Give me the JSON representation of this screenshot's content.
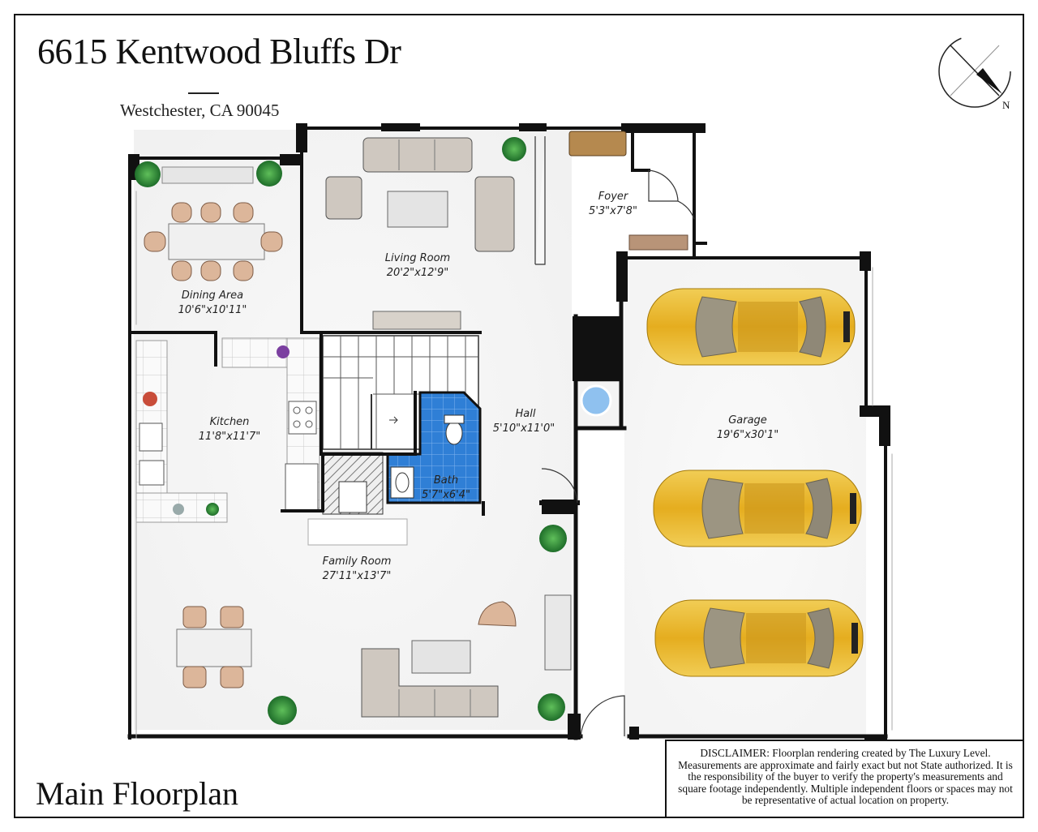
{
  "header": {
    "address": "6615 Kentwood Bluffs Dr",
    "city_line": "Westchester, CA 90045"
  },
  "footer": {
    "plan_title": "Main Floorplan",
    "disclaimer_lead": "DISCLAIMER:",
    "disclaimer_body": "Floorplan rendering created by The Luxury Level. Measurements are approximate and fairly exact but not State authorized. It is the responsibility of the buyer to verify the property's measurements and square footage independently. Multiple independent floors or spaces may not be representative of actual location on property."
  },
  "compass": {
    "north_label": "N"
  },
  "rooms": {
    "dining": {
      "name": "Dining Area",
      "dims": "10'6\"x10'11\""
    },
    "living": {
      "name": "Living Room",
      "dims": "20'2\"x12'9\""
    },
    "foyer": {
      "name": "Foyer",
      "dims": "5'3\"x7'8\""
    },
    "kitchen": {
      "name": "Kitchen",
      "dims": "11'8\"x11'7\""
    },
    "hall": {
      "name": "Hall",
      "dims": "5'10\"x11'0\""
    },
    "bath": {
      "name": "Bath",
      "dims": "5'7\"x6'4\""
    },
    "garage": {
      "name": "Garage",
      "dims": "19'6\"x30'1\""
    },
    "family": {
      "name": "Family Room",
      "dims": "27'11\"x13'7\""
    }
  },
  "colors": {
    "wall": "#111111",
    "floor_wash": "#eeeeee",
    "bath_tile": "#2f7fd6",
    "car_body": "#e8b82a",
    "plant": "#2e8b3a",
    "chair": "#dcb69a"
  }
}
